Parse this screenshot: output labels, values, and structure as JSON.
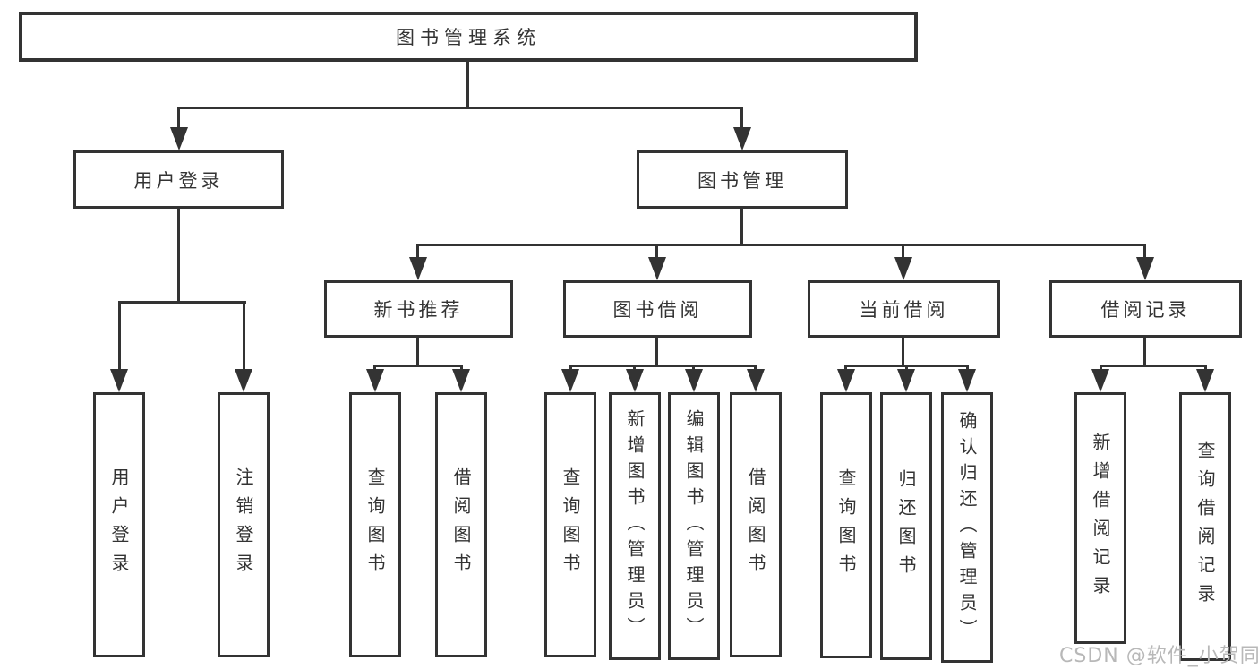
{
  "diagram_type": "tree",
  "colors": {
    "line": "#333333",
    "text": "#333333",
    "box_background": "#ffffff",
    "page_background": "#ffffff",
    "watermark": "#b8b8b8"
  },
  "nodes": {
    "root": {
      "label": "图书管理系统"
    },
    "level2": [
      {
        "label": "用户登录",
        "parent": "图书管理系统"
      },
      {
        "label": "图书管理",
        "parent": "图书管理系统"
      }
    ],
    "level3": [
      {
        "label": "新书推荐",
        "parent": "图书管理"
      },
      {
        "label": "图书借阅",
        "parent": "图书管理"
      },
      {
        "label": "当前借阅",
        "parent": "图书管理"
      },
      {
        "label": "借阅记录",
        "parent": "图书管理"
      }
    ],
    "leaves": [
      {
        "label": "用户登录",
        "parent": "用户登录"
      },
      {
        "label": "注销登录",
        "parent": "用户登录"
      },
      {
        "label": "查询图书",
        "parent": "新书推荐"
      },
      {
        "label": "借阅图书",
        "parent": "新书推荐"
      },
      {
        "label": "查询图书",
        "parent": "图书借阅"
      },
      {
        "label": "新增图书（管理员）",
        "parent": "图书借阅"
      },
      {
        "label": "编辑图书（管理员）",
        "parent": "图书借阅"
      },
      {
        "label": "借阅图书",
        "parent": "图书借阅"
      },
      {
        "label": "查询图书",
        "parent": "当前借阅"
      },
      {
        "label": "归还图书",
        "parent": "当前借阅"
      },
      {
        "label": "确认归还（管理员）",
        "parent": "当前借阅"
      },
      {
        "label": "新增借阅记录",
        "parent": "借阅记录"
      },
      {
        "label": "查询借阅记录",
        "parent": "借阅记录"
      }
    ]
  },
  "watermark": {
    "text": "CSDN @软件_小贺同学"
  }
}
